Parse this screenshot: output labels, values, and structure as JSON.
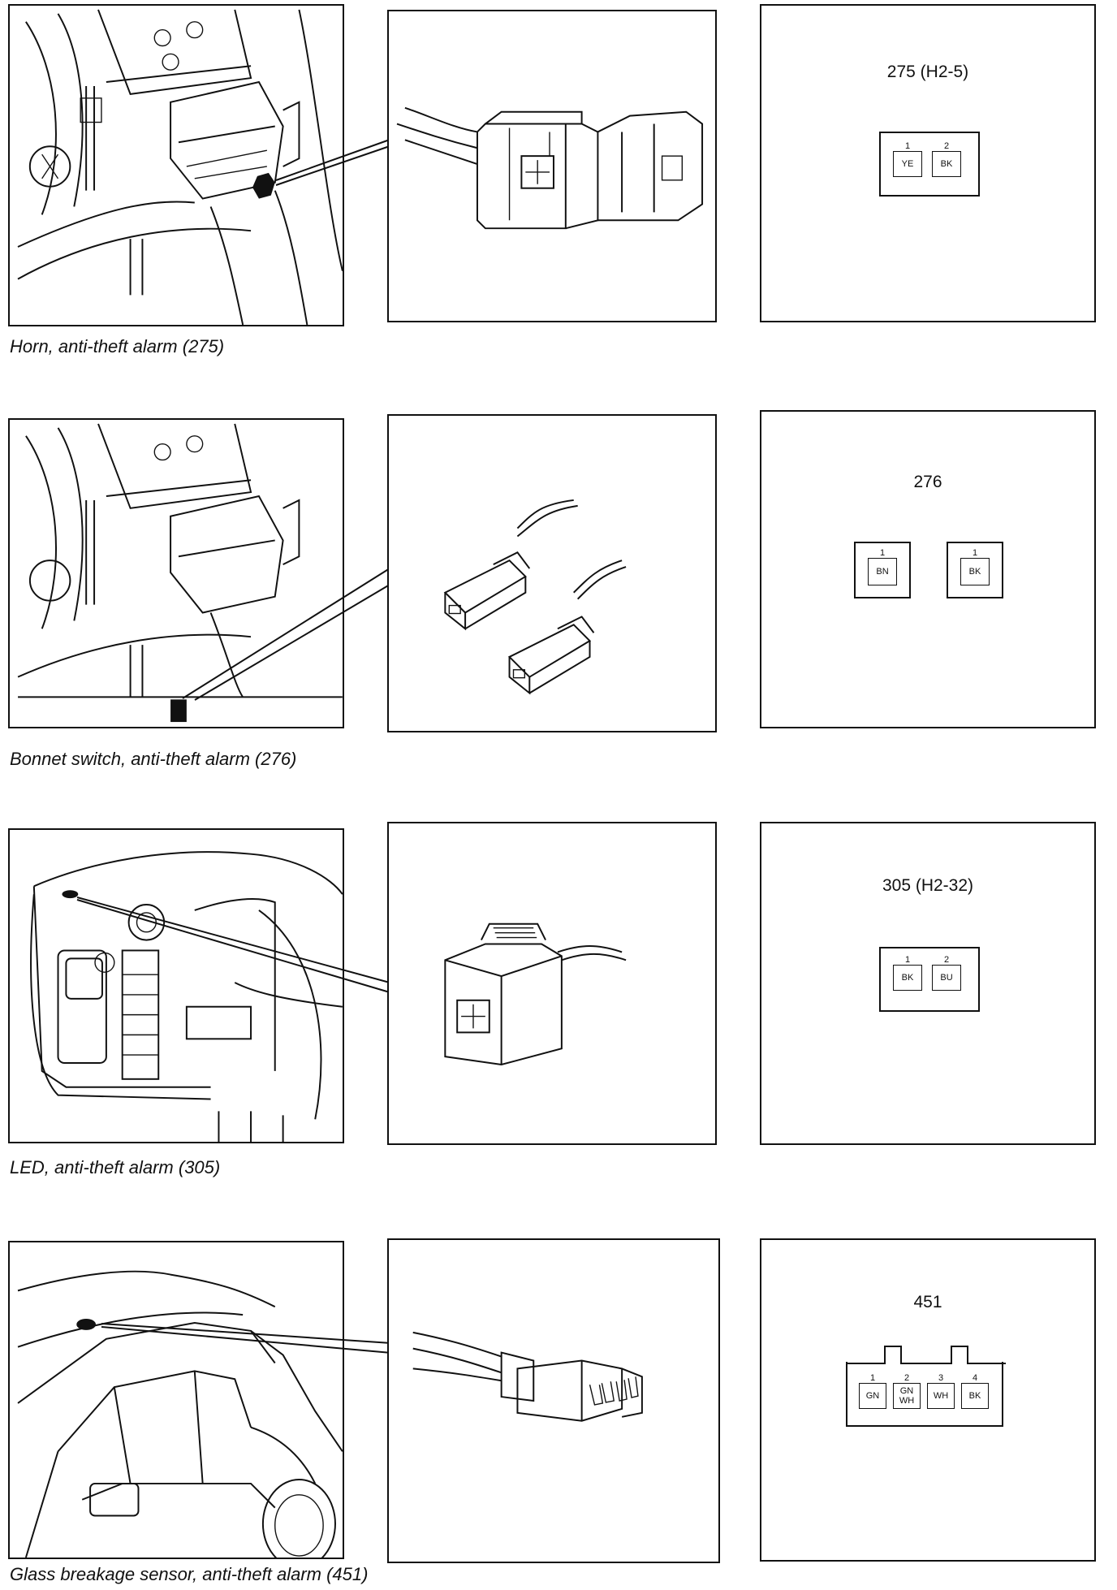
{
  "sections": [
    {
      "caption": "Horn, anti-theft alarm (275)",
      "connector_id": "275 (H2-5)",
      "pins": [
        {
          "num": "1",
          "color": "YE"
        },
        {
          "num": "2",
          "color": "BK"
        }
      ]
    },
    {
      "caption": "Bonnet switch, anti-theft alarm (276)",
      "connector_id": "276",
      "pins": [
        {
          "num": "1",
          "color": "BN"
        },
        {
          "num": "1",
          "color": "BK"
        }
      ]
    },
    {
      "caption": "LED, anti-theft alarm (305)",
      "connector_id": "305 (H2-32)",
      "pins": [
        {
          "num": "1",
          "color": "BK"
        },
        {
          "num": "2",
          "color": "BU"
        }
      ]
    },
    {
      "caption": "Glass breakage sensor, anti-theft alarm (451)",
      "connector_id": "451",
      "pins": [
        {
          "num": "1",
          "color": "GN"
        },
        {
          "num": "2",
          "color": "GN WH"
        },
        {
          "num": "3",
          "color": "WH"
        },
        {
          "num": "4",
          "color": "BK"
        }
      ]
    }
  ]
}
